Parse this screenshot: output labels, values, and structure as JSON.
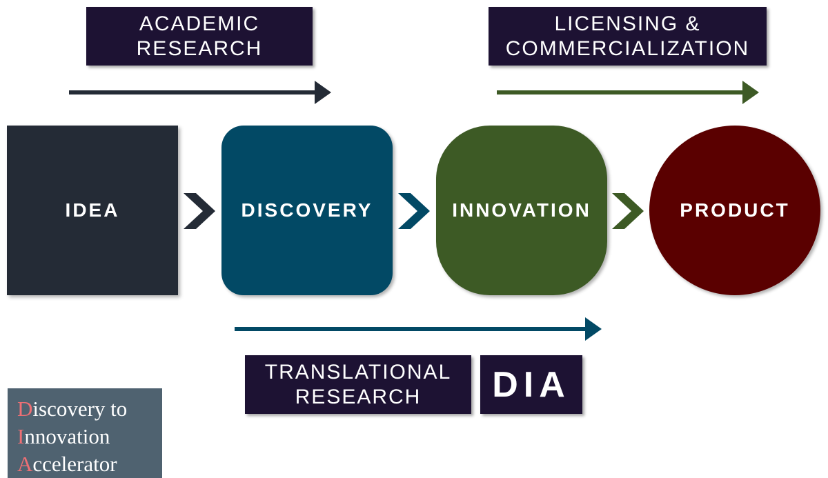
{
  "labels": {
    "academic": [
      "ACADEMIC",
      "RESEARCH"
    ],
    "licensing": [
      "LICENSING &",
      "COMMERCIALIZATION"
    ],
    "translational": [
      "TRANSLATIONAL",
      "RESEARCH"
    ],
    "dia": "DIA"
  },
  "stages": [
    {
      "label": "IDEA",
      "color": "#242b36"
    },
    {
      "label": "DISCOVERY",
      "color": "#024965"
    },
    {
      "label": "INNOVATION",
      "color": "#3d5a25"
    },
    {
      "label": "PRODUCT",
      "color": "#5a0000"
    }
  ],
  "chevron_colors": [
    "#242b36",
    "#024965",
    "#3d5a25"
  ],
  "arrow_colors": {
    "academic": "#242b36",
    "licensing": "#3d5a25",
    "translational": "#024965"
  },
  "label_box_color": "#1d1233",
  "logo": {
    "lines": [
      {
        "initial": "D",
        "rest": "iscovery to"
      },
      {
        "initial": "I",
        "rest": "nnovation"
      },
      {
        "initial": "A",
        "rest": "ccelerator"
      }
    ],
    "background": "#4f6270",
    "initial_color": "#ee6f74"
  }
}
